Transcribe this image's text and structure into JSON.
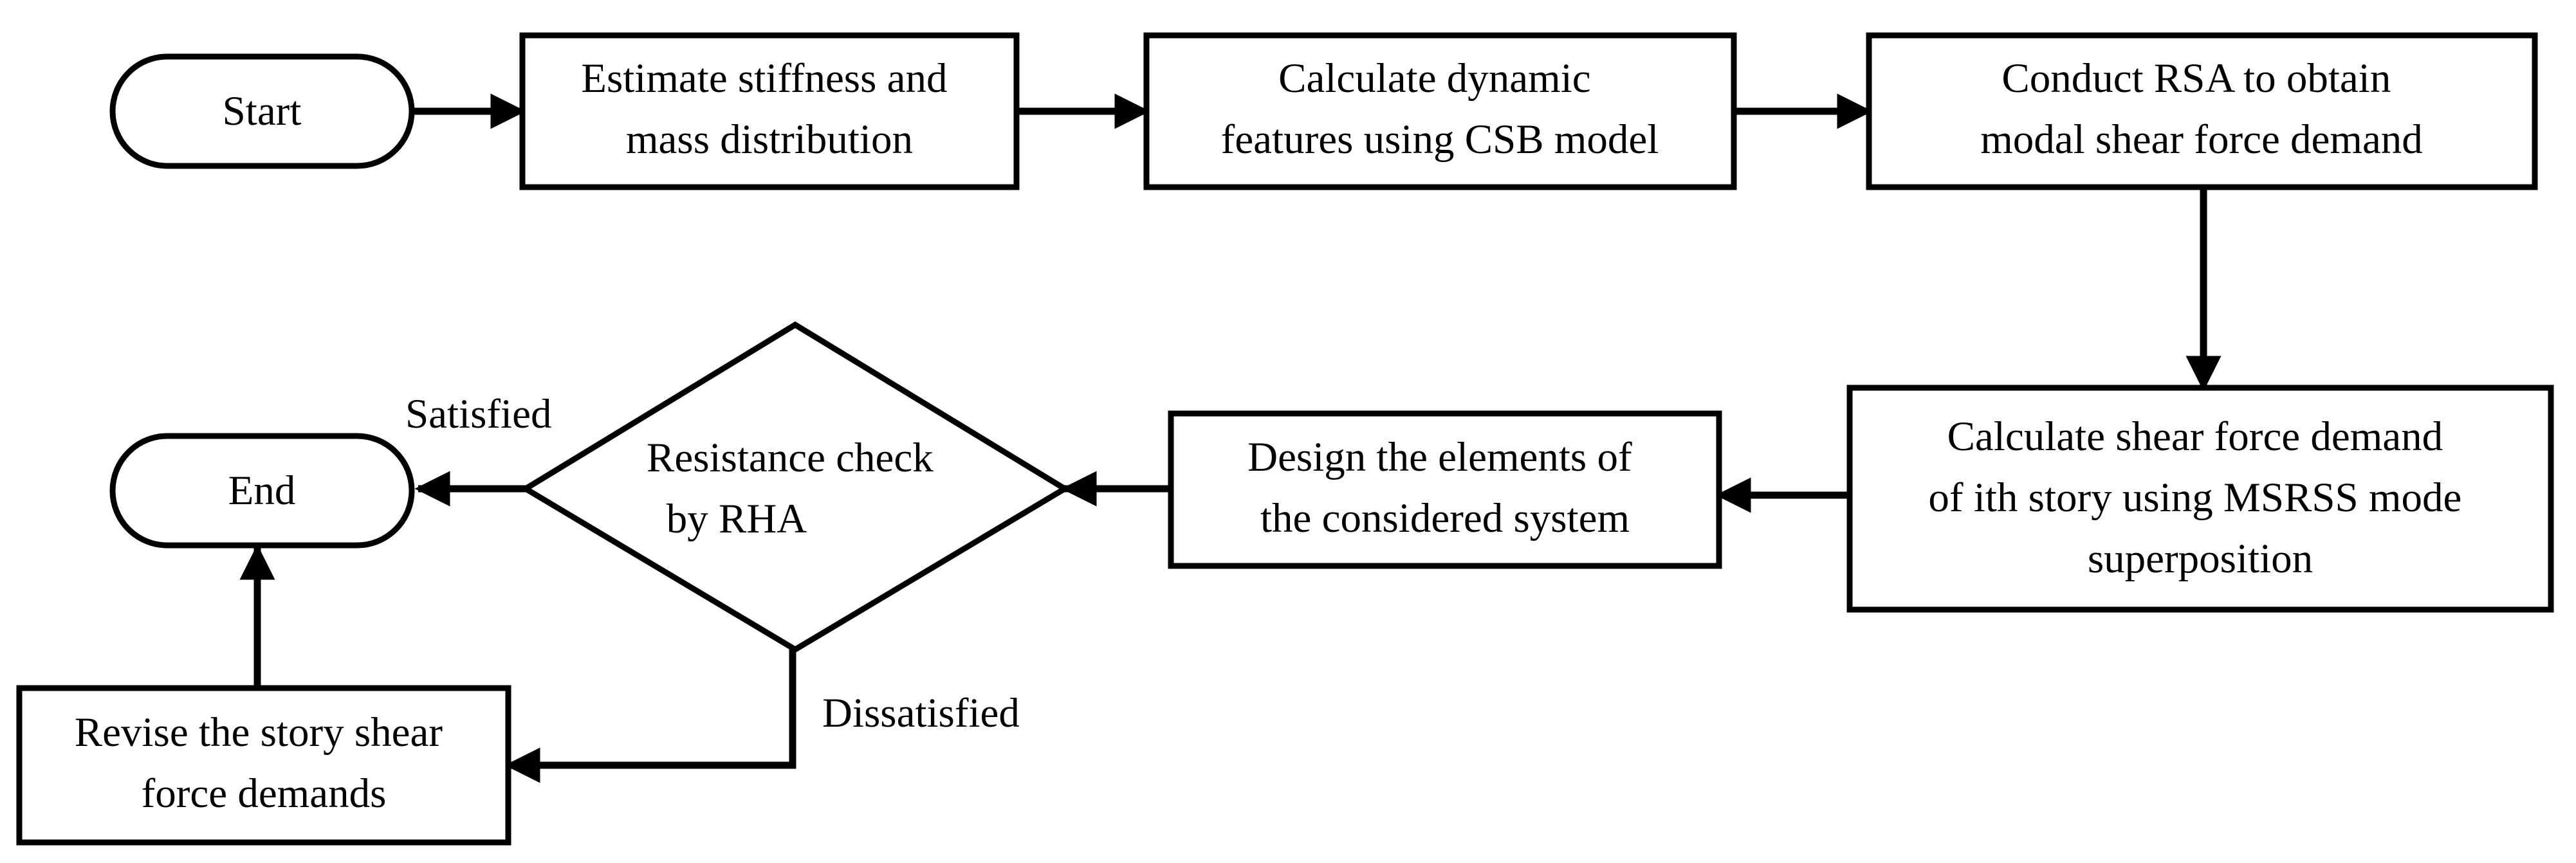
{
  "nodes": {
    "start": "Start",
    "estimate": [
      "Estimate stiffness and",
      "mass distribution"
    ],
    "calc_dynamic": [
      "Calculate dynamic",
      "features using CSB model"
    ],
    "rsa": [
      "Conduct RSA to obtain",
      "modal shear force demand"
    ],
    "shear_demand": [
      "Calculate shear force demand",
      "of ith story using MSRSS mode",
      "superposition"
    ],
    "design": [
      "Design the elements of",
      "the considered system"
    ],
    "check": [
      "Resistance check",
      "by RHA"
    ],
    "end": "End",
    "revise": [
      "Revise the story shear",
      "force demands"
    ]
  },
  "labels": {
    "satisfied": "Satisfied",
    "dissatisfied": "Dissatisfied"
  },
  "colors": {
    "stroke": "#000000",
    "fill": "#ffffff"
  }
}
